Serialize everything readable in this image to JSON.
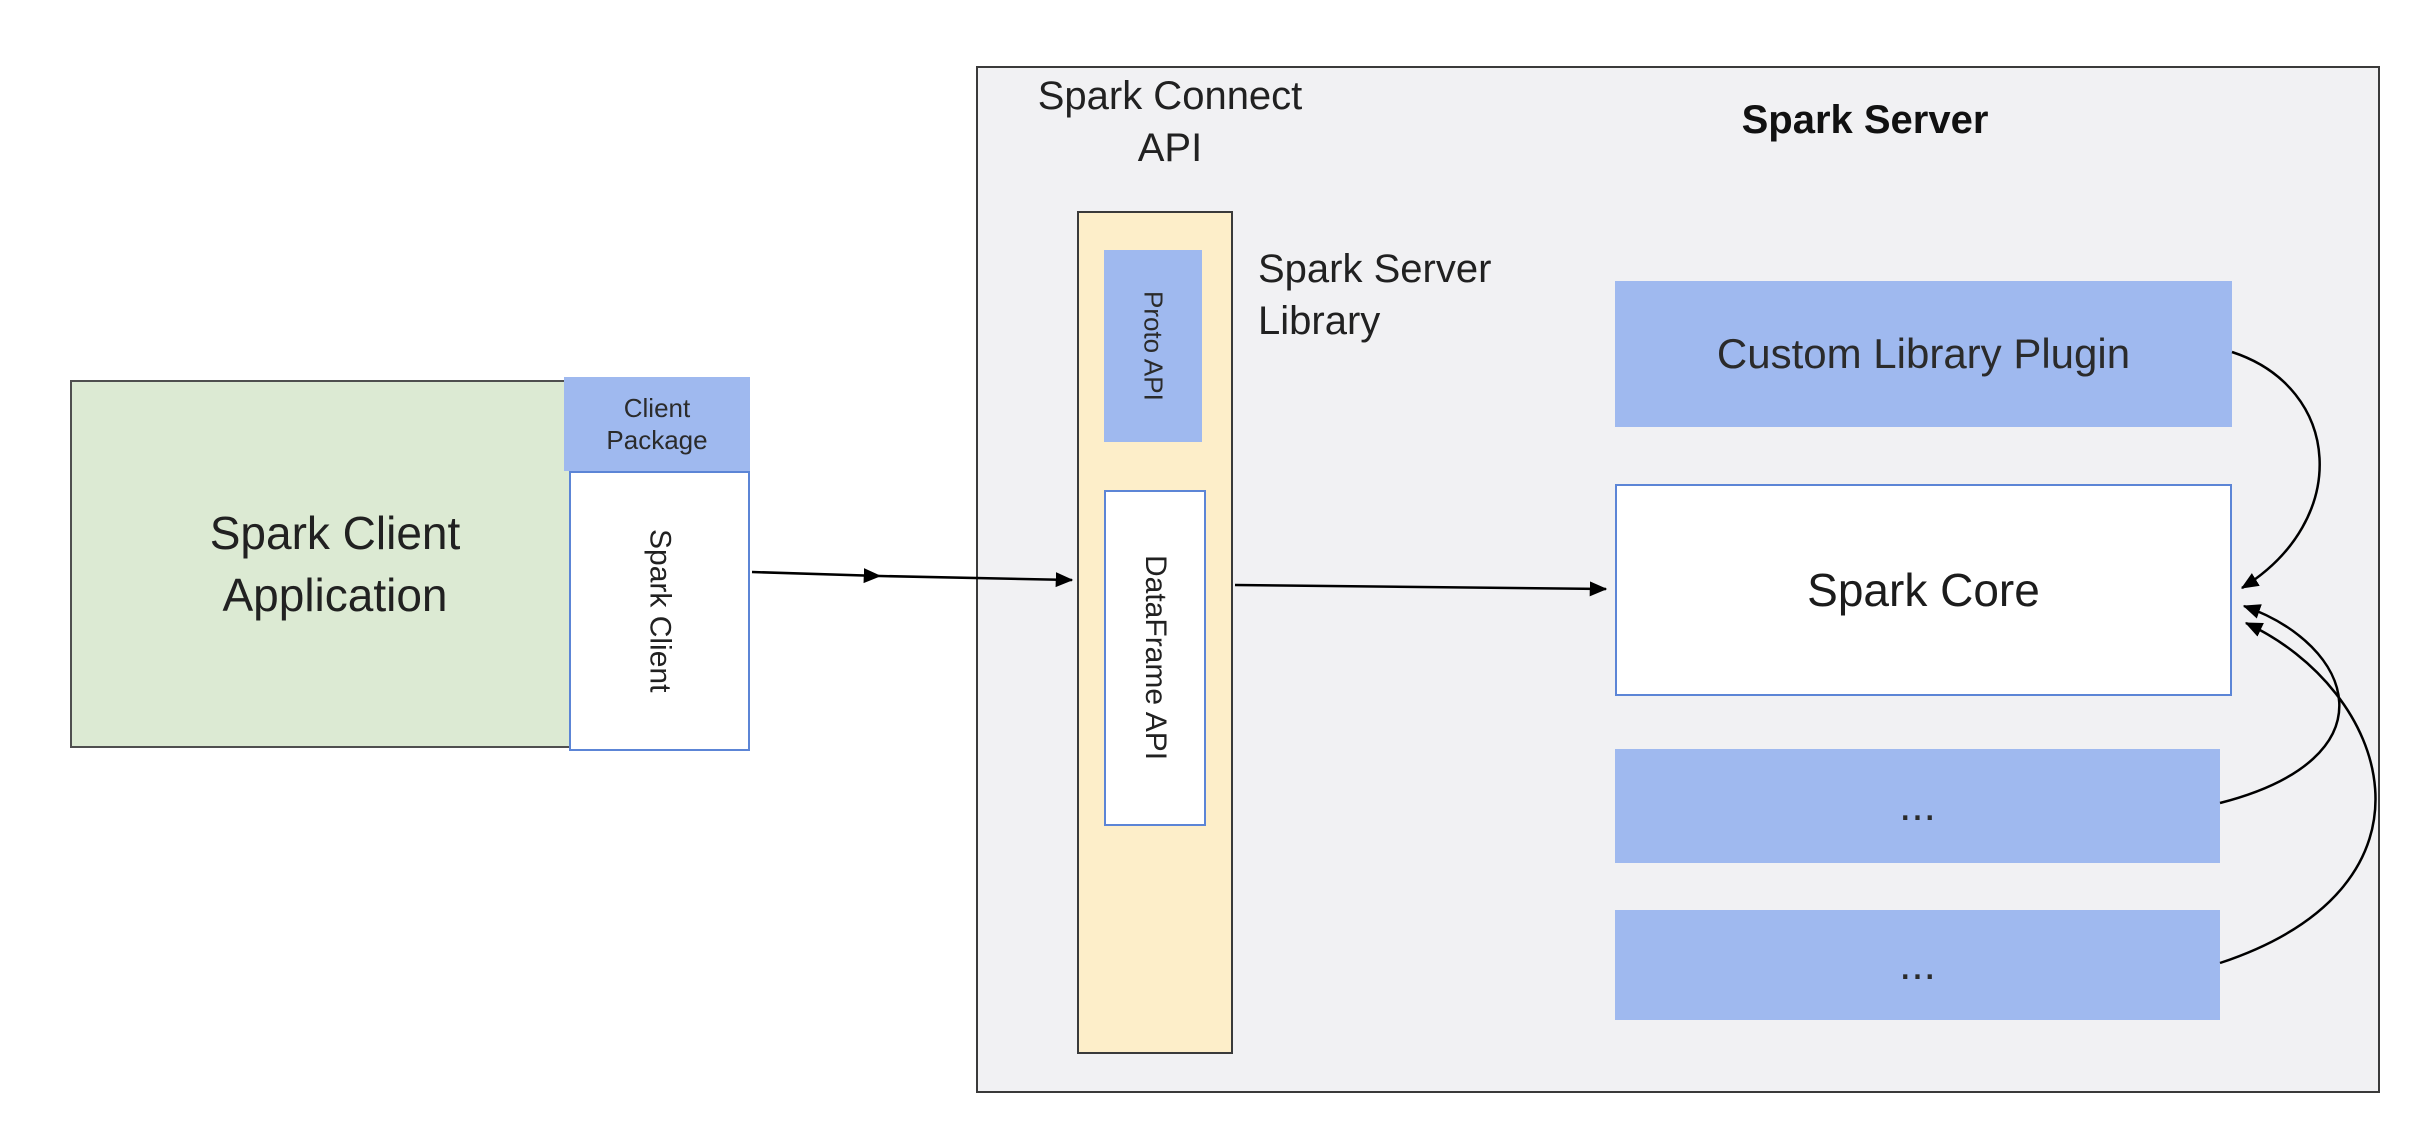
{
  "colors": {
    "canvas_bg": "#ffffff",
    "green_fill": "#dcead3",
    "green_border": "#4f4f4f",
    "blue_fill": "#9fb9ef",
    "blue_border": "#5c85d6",
    "yellow_fill": "#fdeec9",
    "yellow_border": "#3a3a3a",
    "gray_fill": "#f1f1f3",
    "gray_border": "#3a3a3a",
    "text_dark": "#212121",
    "arrow": "#000000"
  },
  "client": {
    "application_label_line1": "Spark Client",
    "application_label_line2": "Application",
    "package_label_line1": "Client",
    "package_label_line2": "Package",
    "spark_client_label": "Spark Client"
  },
  "connect_api": {
    "title_line1": "Spark Connect",
    "title_line2": "API",
    "proto_api_label": "Proto API",
    "dataframe_api_label": "DataFrame API",
    "library_label_line1": "Spark Server",
    "library_label_line2": "Library"
  },
  "server": {
    "title": "Spark Server",
    "plugin_label": "Custom Library Plugin",
    "core_label": "Spark Core",
    "module_placeholder_1": "...",
    "module_placeholder_2": "..."
  }
}
